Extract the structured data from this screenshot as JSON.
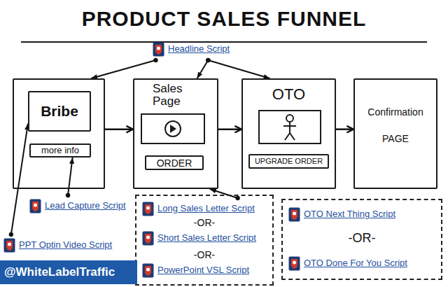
{
  "diagram": {
    "title": "PRODUCT SALES FUNNEL",
    "nodes": [
      {
        "text": [
          "Headline Script"
        ]
      },
      {
        "text": []
      },
      {
        "text": [
          "Bribe"
        ],
        "in": 1
      },
      {
        "text": [
          "more info"
        ],
        "in": 1
      },
      {
        "text": [
          "Sales Page"
        ]
      },
      {
        "text": [
          "ORDER"
        ],
        "in": 4
      },
      {
        "text": [
          "OTO"
        ]
      },
      {
        "text": [
          "UPGRADE ORDER"
        ],
        "in": 6
      },
      {
        "text": [
          "Confirmation",
          "PAGE"
        ]
      },
      {
        "text": [
          "Lead Capture Script"
        ]
      },
      {
        "text": [
          "PPT Optin Video Script"
        ]
      },
      {
        "text": [
          "-OR-",
          "-OR-"
        ]
      },
      {
        "text": [
          "Long Sales Letter Script"
        ],
        "in": 11
      },
      {
        "text": [
          "Short Sales Letter Script"
        ],
        "in": 11
      },
      {
        "text": [
          "PowerPoint VSL Script"
        ],
        "in": 11
      },
      {
        "text": [
          "-OR-"
        ]
      },
      {
        "text": [
          "OTO Next Thing Script"
        ],
        "in": 15
      },
      {
        "text": [
          "OTO Done For You Script"
        ],
        "in": 15
      }
    ],
    "edges": [
      {
        "from": 1,
        "to": 4,
        "arrow": "to"
      },
      {
        "from": 4,
        "to": 6,
        "arrow": "to"
      },
      {
        "from": 6,
        "to": 8,
        "arrow": "to"
      },
      {
        "from": 0,
        "to": 1,
        "arrow": "to"
      },
      {
        "from": 0,
        "to": 4,
        "arrow": "to"
      },
      {
        "from": 0,
        "to": 6,
        "arrow": "to"
      },
      {
        "from": 9,
        "to": 3,
        "arrow": "to"
      },
      {
        "from": 10,
        "to": 2,
        "arrow": "to"
      },
      {
        "from": 12,
        "to": 4,
        "arrow": "to"
      }
    ],
    "labels": [
      "@WhiteLabelTraffic"
    ]
  }
}
